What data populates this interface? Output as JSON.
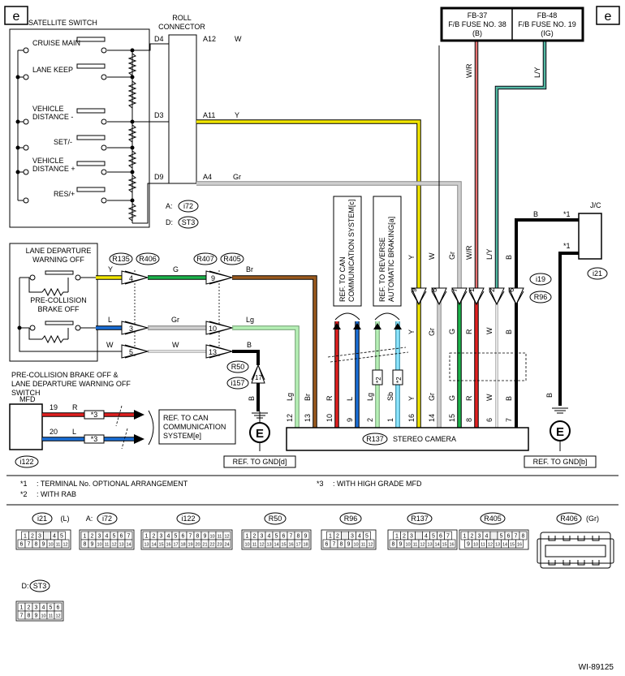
{
  "page_tag": "e",
  "footer_id": "WI-89125",
  "satellite_switch": {
    "title": "SATELLITE SWITCH",
    "switches": [
      "CRUISE MAIN",
      "LANE KEEP",
      "VEHICLE",
      "DISTANCE -",
      "SET/-",
      "VEHICLE",
      "DISTANCE +",
      "RES/+"
    ]
  },
  "roll_connector": {
    "title_line1": "ROLL",
    "title_line2": "CONNECTOR",
    "pins_left": [
      "D4",
      "D3",
      "D9"
    ],
    "pins_right": [
      "A12",
      "A11",
      "A4"
    ],
    "wire_colors": [
      "W",
      "Y",
      "Gr"
    ],
    "ref_a_prefix": "A:",
    "ref_a": "i72",
    "ref_d_prefix": "D:",
    "ref_d": "ST3"
  },
  "fuses": [
    {
      "name": "FB-37",
      "line2": "F/B FUSE NO. 38",
      "line3": "(B)"
    },
    {
      "name": "FB-48",
      "line2": "F/B FUSE NO. 19",
      "line3": "(IG)"
    }
  ],
  "fuse_wire_labels": [
    "W/R",
    "L/Y"
  ],
  "jc": {
    "label": "J/C",
    "wire": "B",
    "mark": "*1",
    "ref": "i21"
  },
  "lane_departure_switch": {
    "line1": "LANE DEPARTURE",
    "line2": "WARNING OFF",
    "line3": "PRE-COLLISION",
    "line4": "BRAKE OFF"
  },
  "connector_refs": {
    "r135": "R135",
    "r406": "R406",
    "r407": "R407",
    "r405": "R405",
    "r50": "R50",
    "i157": "i157",
    "i19": "i19",
    "r96": "R96",
    "r137": "R137",
    "i122": "i122",
    "e_label": "E"
  },
  "left_chain": {
    "pins": [
      "4",
      "3",
      "5"
    ],
    "wires_in": [
      "Y",
      "L",
      "W"
    ],
    "wires_mid": [
      "G",
      "Gr",
      "W"
    ],
    "pins2": [
      "9",
      "10",
      "13"
    ],
    "wires_out": [
      "Br",
      "Lg",
      "B"
    ],
    "pin17": "17",
    "b_label": "B"
  },
  "caption_switch": {
    "line1": "PRE-COLLISION BRAKE OFF &",
    "line2": "LANE DEPARTURE WARNING OFF",
    "line3": "SWITCH"
  },
  "mfd": {
    "label": "MFD",
    "pin19": "19",
    "wire19": "R",
    "pin20": "20",
    "wire20": "L",
    "star3": "*3",
    "ref_line1": "REF. TO CAN",
    "ref_line2": "COMMUNICATION",
    "ref_line3": "SYSTEM[e]"
  },
  "ref_can_c": {
    "line1": "REF. TO CAN",
    "line2": "COMMUNICATION SYSTEM[c]"
  },
  "ref_rab": {
    "line1": "REF. TO REVERSE",
    "line2": "AUTOMATIC BRAKING[a]"
  },
  "camera": {
    "title": "STEREO CAMERA",
    "top_pins": [
      "9",
      "8",
      "7",
      "1",
      "2",
      "6"
    ],
    "top_wires": [
      "Y",
      "W",
      "Gr",
      "W/R",
      "L/Y",
      "B"
    ],
    "mid_wires": [
      "Y",
      "Gr",
      "G",
      "R",
      "W",
      "B"
    ],
    "bottom_pins": [
      "12",
      "13",
      "10",
      "9",
      "2",
      "1",
      "16",
      "14",
      "15",
      "8",
      "6",
      "7"
    ],
    "bottom_wires": [
      "Lg",
      "Br",
      "R",
      "L",
      "Lg",
      "Sb",
      "Y",
      "Gr",
      "G",
      "R",
      "W",
      "B"
    ],
    "can_wires": [
      "R",
      "L",
      "Lg",
      "Sb"
    ],
    "star2": "*2"
  },
  "gnd_refs": [
    "REF. TO GND[d]",
    "REF. TO GND[b]"
  ],
  "right_gnd_wire": "B",
  "notes": [
    {
      "mark": "*1",
      "text": ": TERMINAL No. OPTIONAL ARRANGEMENT"
    },
    {
      "mark": "*2",
      "text": ": WITH RAB"
    },
    {
      "mark": "*3",
      "text": ": WITH HIGH GRADE MFD"
    }
  ],
  "connector_table": [
    {
      "name": "i21",
      "suffix": "(L)",
      "rows": [
        [
          "1",
          "2",
          "3",
          "",
          "4",
          "5"
        ],
        [
          "6",
          "7",
          "8",
          "9",
          "10",
          "11",
          "12"
        ]
      ]
    },
    {
      "name": "i72",
      "prefix": "A:",
      "rows": [
        [
          "1",
          "2",
          "3",
          "4",
          "5",
          "6",
          "7"
        ],
        [
          "8",
          "9",
          "10",
          "11",
          "12",
          "13",
          "14"
        ]
      ]
    },
    {
      "name": "i122",
      "rows": [
        [
          "1",
          "2",
          "3",
          "4",
          "5",
          "6",
          "7",
          "8",
          "9",
          "10",
          "11",
          "12"
        ],
        [
          "13",
          "14",
          "15",
          "16",
          "17",
          "18",
          "19",
          "20",
          "21",
          "22",
          "23",
          "24"
        ]
      ]
    },
    {
      "name": "R50",
      "rows": [
        [
          "1",
          "2",
          "3",
          "4",
          "5",
          "6",
          "7",
          "8",
          "9"
        ],
        [
          "10",
          "11",
          "12",
          "13",
          "14",
          "15",
          "16",
          "17",
          "18"
        ]
      ]
    },
    {
      "name": "R96",
      "rows": [
        [
          "1",
          "2",
          "",
          "3",
          "4",
          "5"
        ],
        [
          "6",
          "7",
          "8",
          "9",
          "10",
          "11",
          "12"
        ]
      ]
    },
    {
      "name": "R137",
      "rows": [
        [
          "1",
          "2",
          "3",
          "",
          "4",
          "5",
          "6",
          "7"
        ],
        [
          "8",
          "9",
          "10",
          "11",
          "12",
          "13",
          "14",
          "15",
          "16"
        ]
      ]
    },
    {
      "name": "R405",
      "rows": [
        [
          "1",
          "2",
          "3",
          "4",
          "",
          "5",
          "6",
          "7",
          "8"
        ],
        [
          "9",
          "10",
          "11",
          "12",
          "13",
          "14",
          "15",
          "16"
        ]
      ]
    },
    {
      "name": "R406",
      "suffix": "(Gr)",
      "rows": []
    },
    {
      "name": "ST3",
      "prefix": "D:",
      "rows": [
        [
          "1",
          "2",
          "3",
          "4",
          "5",
          "6"
        ],
        [
          "7",
          "8",
          "9",
          "10",
          "11",
          "12"
        ]
      ]
    }
  ]
}
